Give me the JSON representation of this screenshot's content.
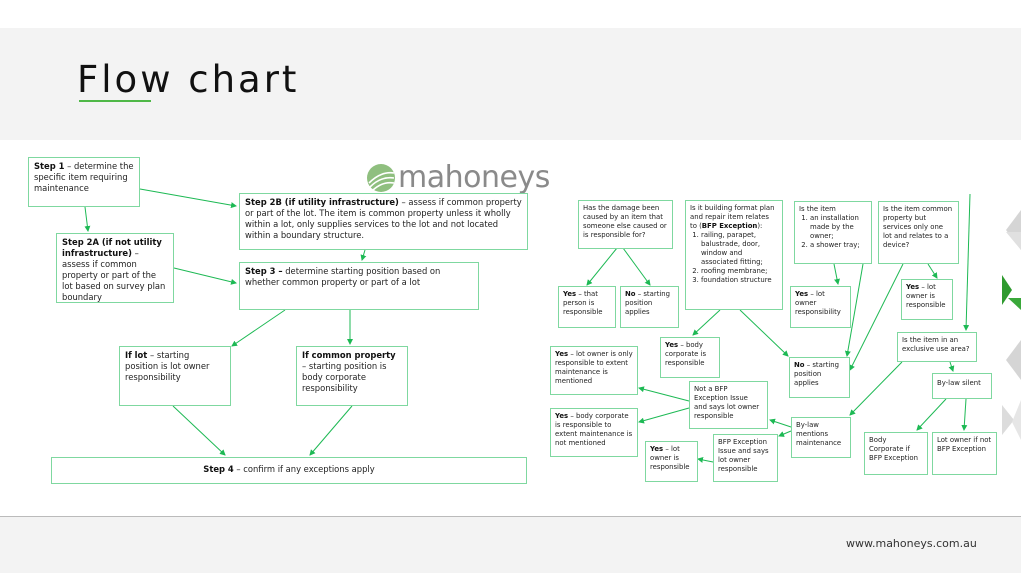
{
  "title": "Flow chart",
  "footer": {
    "url": "www.mahoneys.com.au"
  },
  "logo": {
    "text": "mahoneys"
  },
  "colors": {
    "accent": "#4fb848",
    "box_border": "#7fd8a0",
    "arrow": "#1db954"
  },
  "left": {
    "step1": {
      "b": "Step 1",
      "t": " – determine the specific item requiring maintenance"
    },
    "step2a": {
      "b": "Step 2A (if not utility infrastructure)",
      "t": " – assess if common property or part of the lot based on survey plan boundary"
    },
    "step2b": {
      "b": "Step 2B (if utility infrastructure)",
      "t": " – assess if common property or part of the lot. The item is common property unless it wholly within a lot, only supplies services to the lot and not located within a boundary structure."
    },
    "step3": {
      "b": "Step 3 –",
      "t": " determine starting position based on whether common property or part of a lot"
    },
    "if_lot": {
      "b": "If lot",
      "t": " – starting position is lot owner responsibility"
    },
    "if_common": {
      "b": "If common property",
      "t": " – starting position is body corporate responsibility"
    },
    "step4": {
      "b": "Step 4",
      "t": " – confirm if any exceptions apply"
    }
  },
  "right": {
    "damage_q": "Has the damage been caused by an item that someone else caused or is responsible for?",
    "damage_yes": {
      "b": "Yes",
      "t": " – that person is responsible"
    },
    "damage_no": {
      "b": "No",
      "t": " – starting position applies"
    },
    "bfp_q": {
      "t1": "Is it building format plan and repair item relates to (",
      "b": "BFP Exception",
      "t2": "):",
      "items": [
        "railing, parapet, balustrade, door, window and associated fitting;",
        "roofing membrane;",
        "foundation structure"
      ]
    },
    "bfp_yes": {
      "b": "Yes",
      "t": " – body corporate is responsible"
    },
    "bfp_no": {
      "b": "No",
      "t": " – starting position applies"
    },
    "install_q": {
      "t": "Is the item",
      "items": [
        "an installation made by the owner;",
        "a shower tray;"
      ]
    },
    "install_yes": {
      "b": "Yes",
      "t": " – lot owner responsibility"
    },
    "device_q": "Is the item common property but services only one lot and relates to a device?",
    "device_yes": {
      "b": "Yes",
      "t": " – lot owner is responsible"
    },
    "exclusive_q": "Is the item in an exclusive use area?",
    "bylaw_silent": "By-law silent",
    "bylaw_mentions": "By-law mentions maintenance",
    "not_bfp": "Not a BFP Exception Issue and says lot owner responsible",
    "bfp_says": "BFP Exception Issue and says lot owner responsible",
    "yes_only": {
      "b": "Yes",
      "t": " – lot owner is only responsible to extent maintenance is mentioned"
    },
    "yes_bc": {
      "b": "Yes",
      "t": " – body corporate is responsible to extent maintenance is not mentioned"
    },
    "yes_lot2": {
      "b": "Yes",
      "t": " – lot owner is responsible"
    },
    "bc_if_bfp": "Body Corporate if BFP Exception",
    "lot_if_not": "Lot owner if not BFP Exception"
  }
}
